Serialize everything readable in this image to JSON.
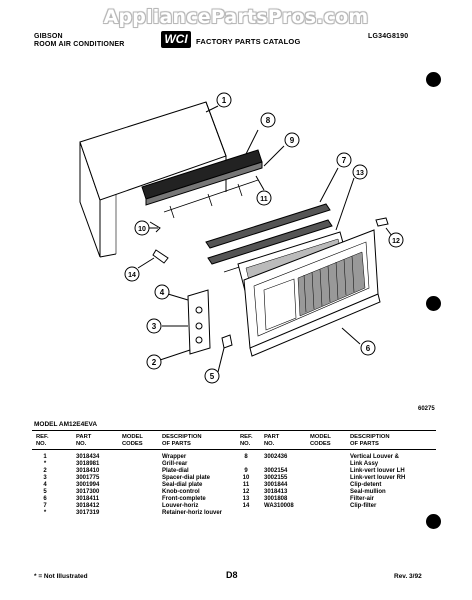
{
  "watermark": "AppliancePartsPros.com",
  "header": {
    "brand": "GIBSON",
    "product": "ROOM AIR CONDITIONER",
    "logo_text": "WCI",
    "catalog": "FACTORY PARTS CATALOG",
    "model_code": "LG34G8190"
  },
  "diagram": {
    "callouts": [
      "1",
      "2",
      "3",
      "4",
      "5",
      "6",
      "7",
      "8",
      "9",
      "10",
      "11",
      "12",
      "13",
      "14"
    ],
    "figure_code": "60275"
  },
  "table": {
    "model_line": "MODEL AM12E4EVA",
    "headers": {
      "ref": "REF.\nNO.",
      "part": "PART\nNO.",
      "codes": "MODEL\nCODES",
      "desc": "DESCRIPTION\nOF PARTS"
    },
    "left_rows": [
      {
        "ref": "1",
        "part": "3018434",
        "desc": "Wrapper"
      },
      {
        "ref": "*",
        "part": "3018981",
        "desc": "Grill-rear"
      },
      {
        "ref": "2",
        "part": "3018410",
        "desc": "Plate-dial"
      },
      {
        "ref": "3",
        "part": "3001775",
        "desc": "Spacer-dial plate"
      },
      {
        "ref": "4",
        "part": "3001994",
        "desc": "Seal-dial plate"
      },
      {
        "ref": "5",
        "part": "3017300",
        "desc": "Knob-control"
      },
      {
        "ref": "6",
        "part": "3018411",
        "desc": "Front-complete"
      },
      {
        "ref": "7",
        "part": "3018412",
        "desc": "Louver-horiz"
      },
      {
        "ref": "*",
        "part": "3017319",
        "desc": "Retainer-horiz louver"
      }
    ],
    "right_rows": [
      {
        "ref": "8",
        "part": "3002436",
        "desc": "Vertical Louver &"
      },
      {
        "ref": "",
        "part": "",
        "desc": "Link Assy"
      },
      {
        "ref": "9",
        "part": "3002154",
        "desc": "Link-vert louver LH"
      },
      {
        "ref": "10",
        "part": "3002155",
        "desc": "Link-vert louver RH"
      },
      {
        "ref": "11",
        "part": "3001844",
        "desc": "Clip-detent"
      },
      {
        "ref": "12",
        "part": "3018413",
        "desc": "Seal-mullion"
      },
      {
        "ref": "13",
        "part": "3001808",
        "desc": "Filter-air"
      },
      {
        "ref": "14",
        "part": "WA310008",
        "desc": "Clip-filter"
      }
    ]
  },
  "footer": {
    "note": "* = Not Illustrated",
    "page": "D8",
    "revision": "Rev. 3/92"
  }
}
